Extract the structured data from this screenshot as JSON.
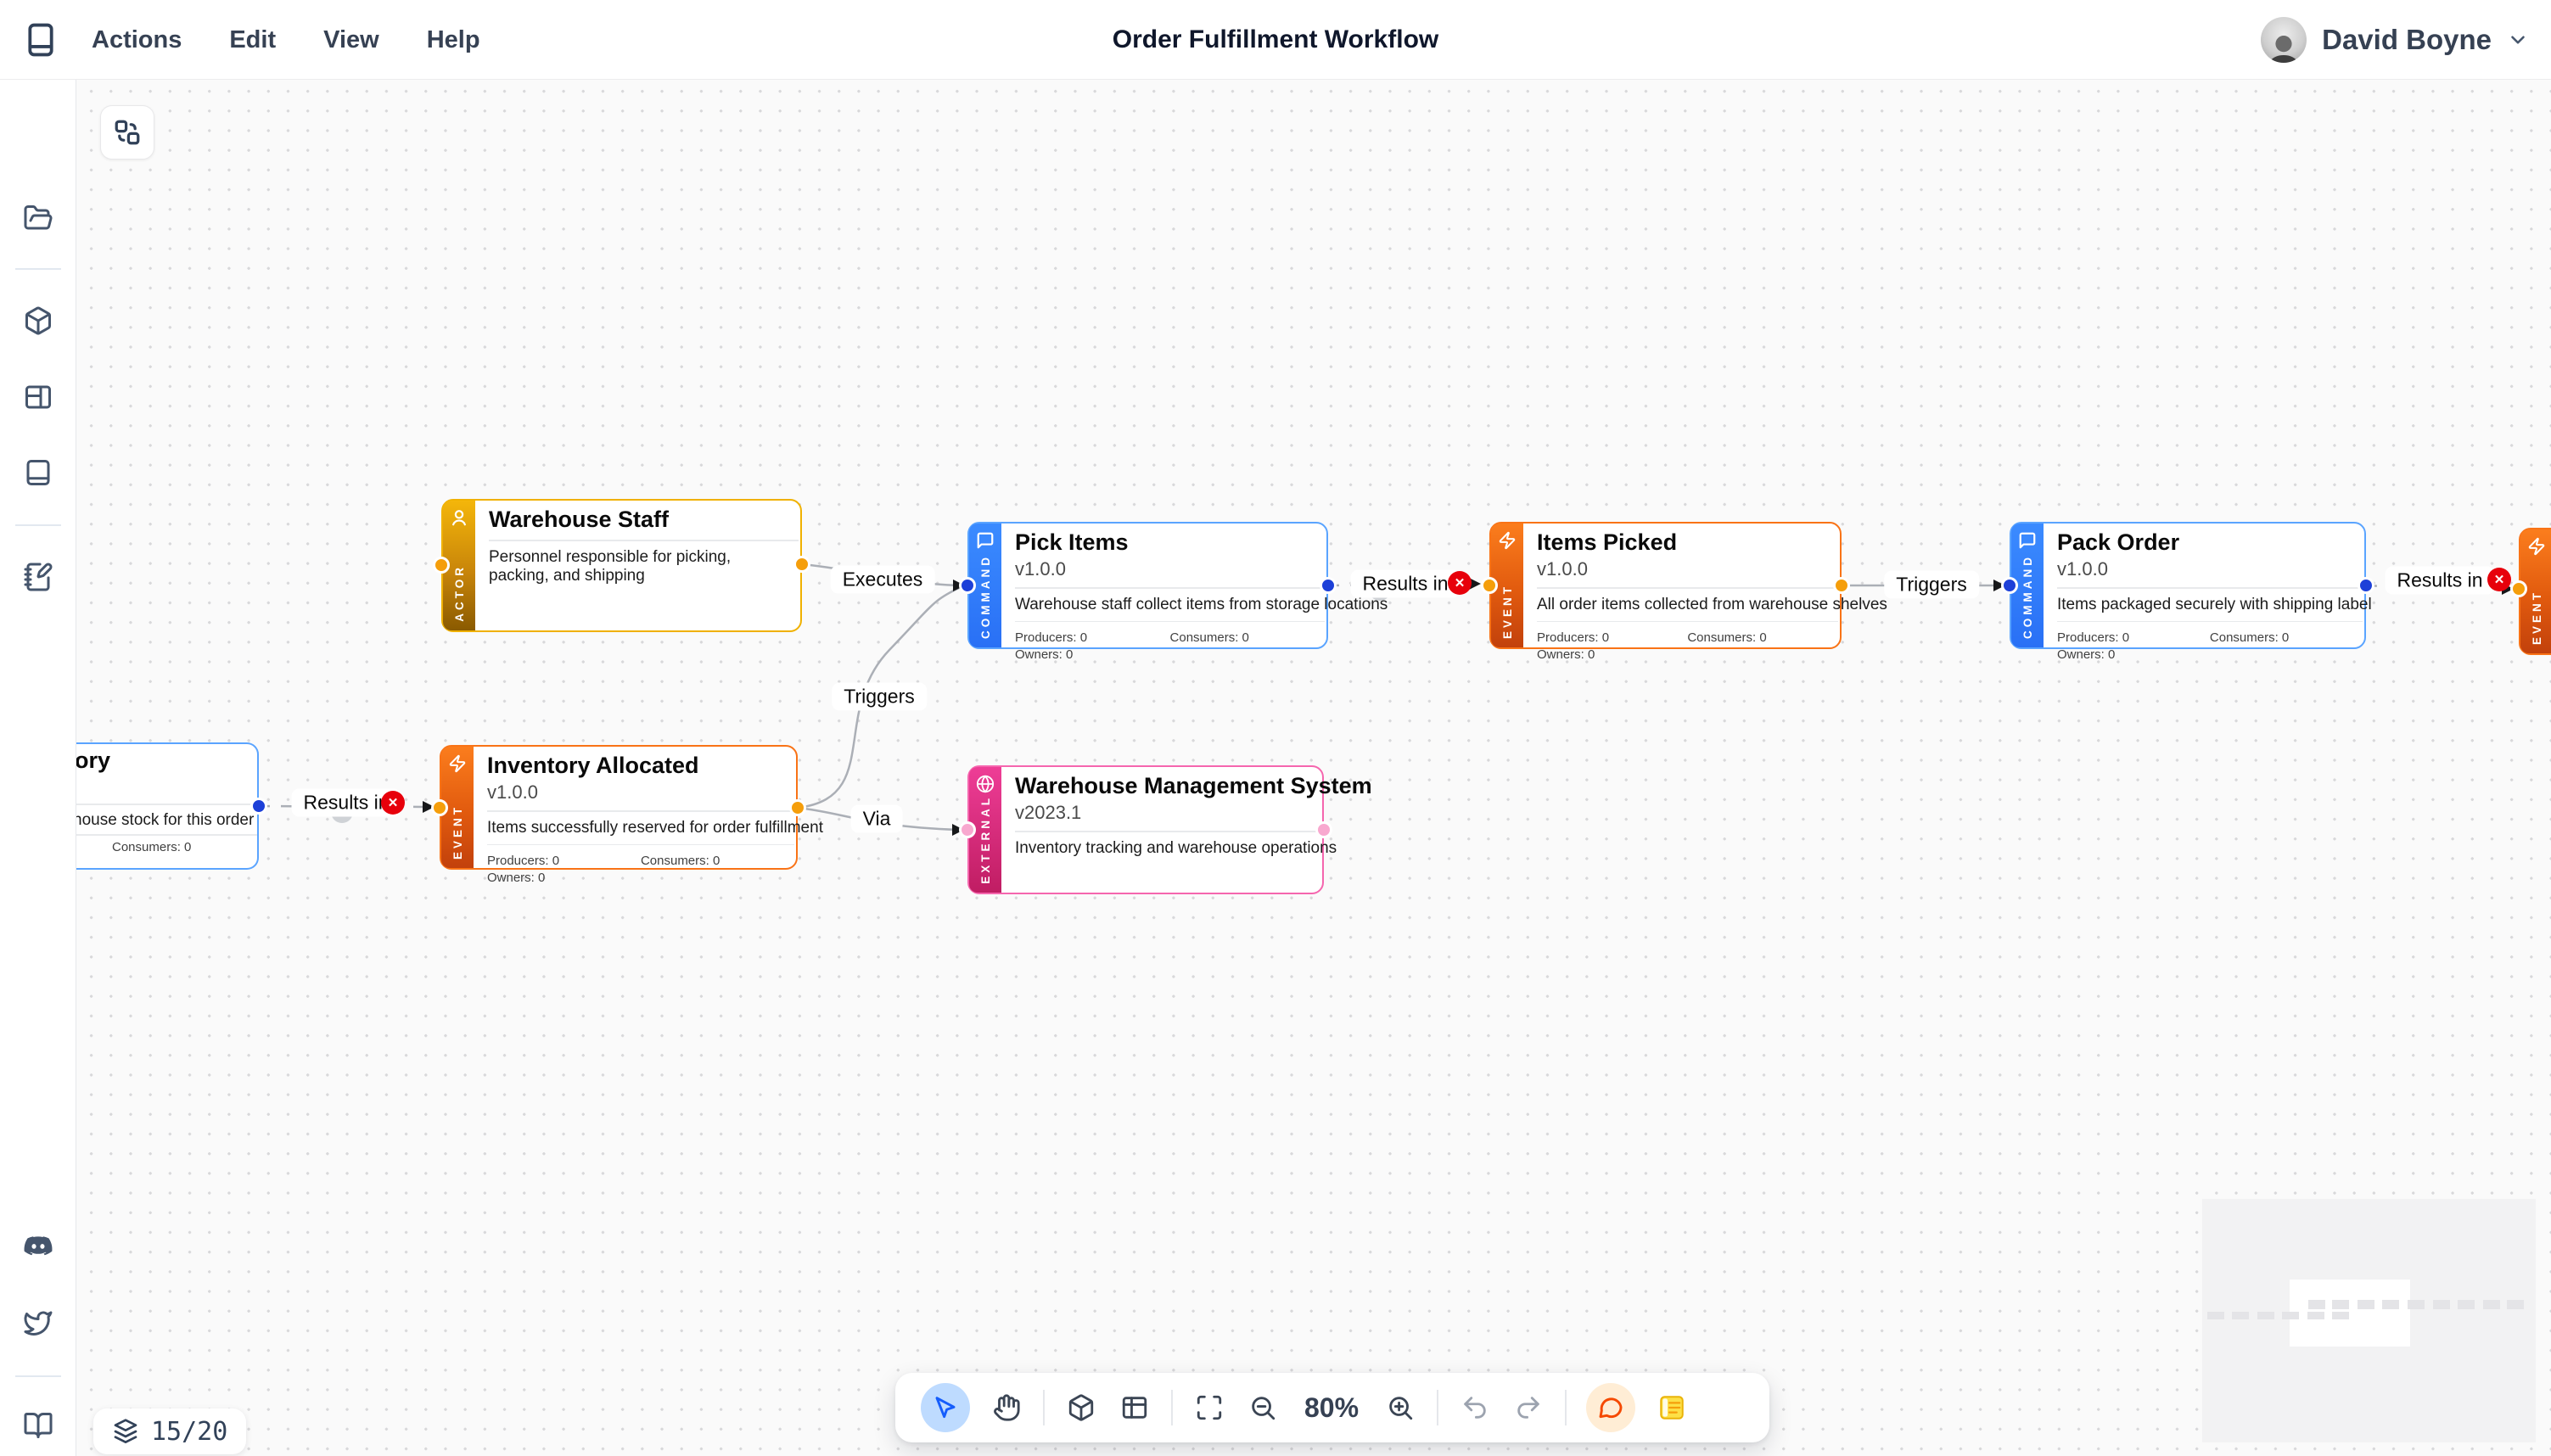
{
  "header": {
    "menu_items": [
      "Actions",
      "Edit",
      "View",
      "Help"
    ],
    "title": "Order Fulfillment Workflow",
    "user_name": "David Boyne"
  },
  "canvas": {
    "nodes": {
      "check_inventory_partial": {
        "title_fragment": "ory",
        "description_fragment": "house stock for this order",
        "consumers": "Consumers: 0"
      },
      "warehouse_staff": {
        "type_label": "ACTOR",
        "title": "Warehouse Staff",
        "description": "Personnel responsible for picking, packing, and shipping"
      },
      "pick_items": {
        "type_label": "COMMAND",
        "title": "Pick Items",
        "version": "v1.0.0",
        "description": "Warehouse staff collect items from storage locations",
        "producers": "Producers: 0",
        "consumers": "Consumers: 0",
        "owners": "Owners: 0"
      },
      "items_picked": {
        "type_label": "EVENT",
        "title": "Items Picked",
        "version": "v1.0.0",
        "description": "All order items collected from warehouse shelves",
        "producers": "Producers: 0",
        "consumers": "Consumers: 0",
        "owners": "Owners: 0"
      },
      "pack_order": {
        "type_label": "COMMAND",
        "title": "Pack Order",
        "version": "v1.0.0",
        "description": "Items packaged securely with shipping label",
        "producers": "Producers: 0",
        "consumers": "Consumers: 0",
        "owners": "Owners: 0"
      },
      "inventory_allocated": {
        "type_label": "EVENT",
        "title": "Inventory Allocated",
        "version": "v1.0.0",
        "description": "Items successfully reserved for order fulfillment",
        "producers": "Producers: 0",
        "consumers": "Consumers: 0",
        "owners": "Owners: 0"
      },
      "warehouse_management_system": {
        "type_label": "EXTERNAL",
        "title": "Warehouse Management System",
        "version": "v2023.1",
        "description": "Inventory tracking and warehouse operations"
      },
      "offscreen_event": {
        "type_label": "EVENT"
      }
    },
    "edge_labels": {
      "executes": "Executes",
      "pick_to_picked": "Results in",
      "picked_to_pack": "Triggers",
      "pack_to_offscreen": "Results in",
      "check_to_inventory": "Results in",
      "inventory_to_pick": "Triggers",
      "inventory_to_wms": "Via"
    }
  },
  "toolbar": {
    "zoom_level": "80%"
  },
  "status_pill": {
    "value": "15/20"
  },
  "icons": {
    "close_glyph": "✕"
  },
  "minimap": {
    "row1_x": [
      125,
      153,
      183,
      212,
      242,
      272,
      301,
      331,
      359
    ],
    "row2_x": [
      6,
      35,
      65,
      94,
      124,
      153
    ]
  },
  "colors": {
    "command_blue": "#2b7fff",
    "event_orange": "#f97316",
    "actor_amber": "#f0b100",
    "external_pink": "#ec4899",
    "error_red": "#e7000b",
    "selected_tool_blue": "#155dfc"
  }
}
